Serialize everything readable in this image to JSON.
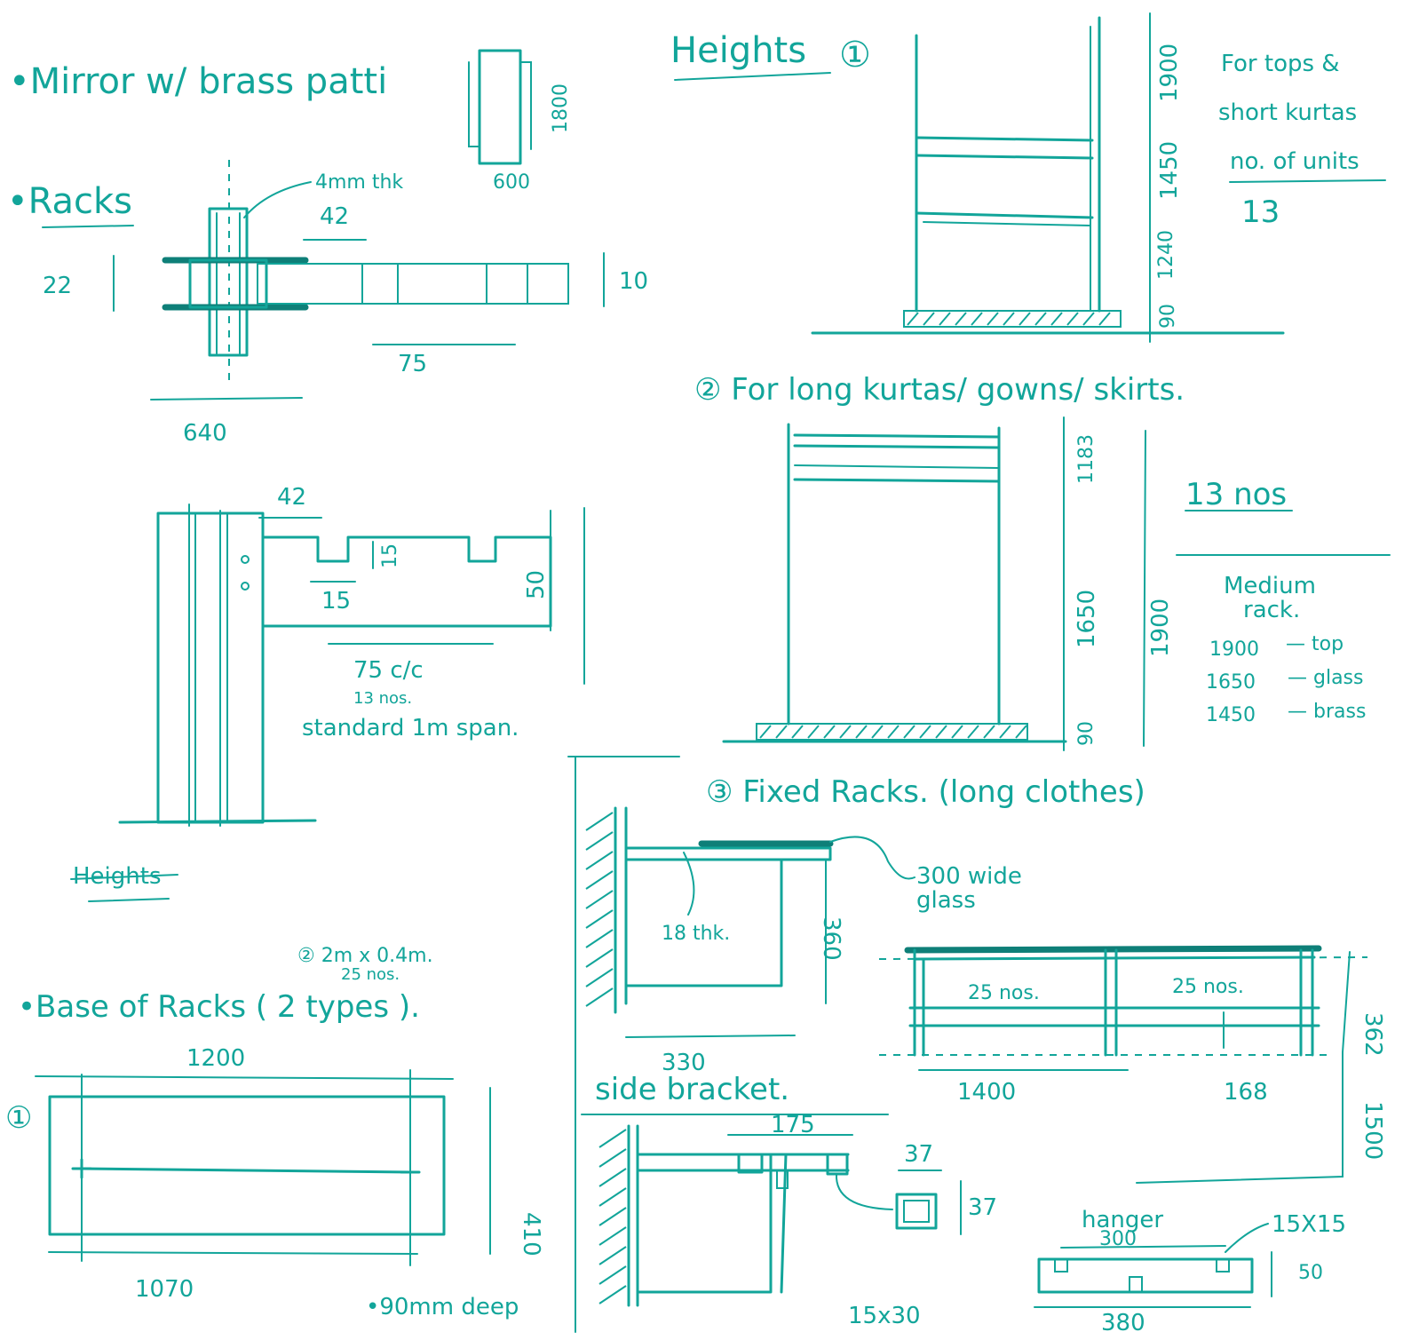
{
  "notes": {
    "mirror": "•Mirror w/ brass patti",
    "mirror_w": "600",
    "mirror_h": "1800",
    "racks": "•Racks",
    "thick": "4mm thk",
    "d42a": "42",
    "d22": "22",
    "d10": "10",
    "d75": "75",
    "d640": "640",
    "d42b": "42",
    "d15a": "15",
    "d15b": "15",
    "d50a": "50",
    "d75cc": "75 c/c",
    "n13a": "13 nos.",
    "span": "standard 1m span.",
    "heights_strike": "Heights",
    "n2m": "② 2m x 0.4m.",
    "n25": "25 nos.",
    "base": "•Base of Racks ( 2 types ).",
    "c1a": "①",
    "d1200": "1200",
    "d410": "410",
    "d1070": "1070",
    "deep": "•90mm deep",
    "heights1": "Heights",
    "c1b": "①",
    "d1900a": "1900",
    "d1450a": "1450",
    "d1240": "1240",
    "d90a": "90",
    "tops1": "For tops &",
    "tops2": "short kurtas",
    "tops3": "no. of units",
    "n13b": "13",
    "long": "② For long kurtas/ gowns/ skirts.",
    "d1183": "1183",
    "d1650a": "1650",
    "d90b": "90",
    "d1900b": "1900",
    "n13c": "13 nos",
    "med1": "Medium",
    "med2": "rack.",
    "m1900": "1900",
    "m1650": "1650",
    "m1450": "1450",
    "top": "— top",
    "glass": "— glass",
    "brass": "— brass",
    "fixed": "③ Fixed Racks. (long clothes)",
    "glass300a": "300 wide",
    "glass300b": "glass",
    "thk18": "18 thk.",
    "d360": "360",
    "d330": "330",
    "n25a": "25 nos.",
    "n25b": "25 nos.",
    "d1400": "1400",
    "d168": "168",
    "d362": "362",
    "d1500": "1500",
    "side": "side bracket.",
    "d175": "175",
    "d37a": "37",
    "d37b": "37",
    "hanger": "hanger",
    "d300": "300",
    "d15x15": "15X15",
    "d50b": "50",
    "d380": "380",
    "d15x30": "15x30"
  }
}
